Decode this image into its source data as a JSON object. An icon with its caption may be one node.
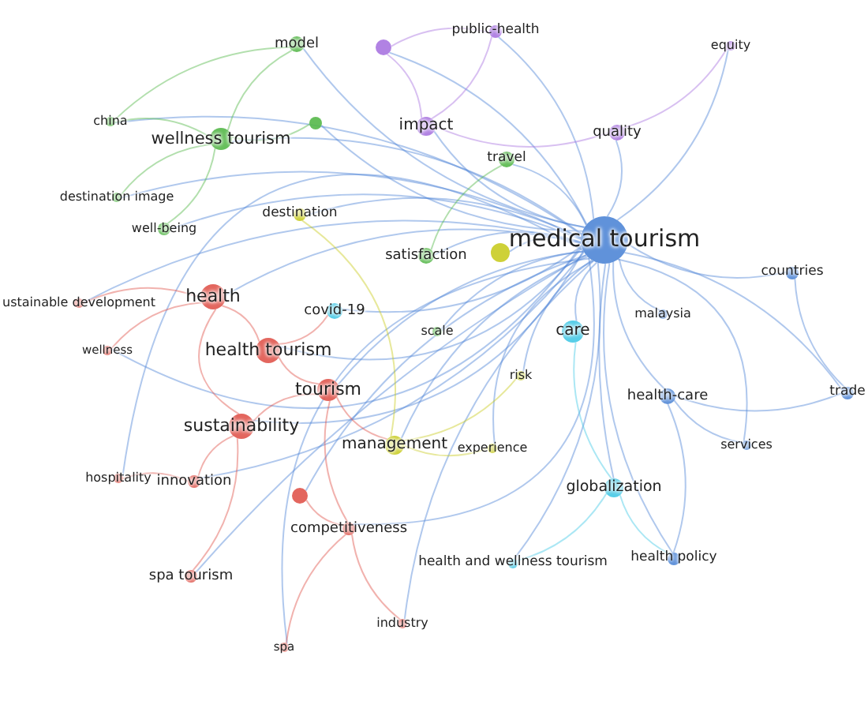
{
  "diagram": {
    "nodes": [
      {
        "text": [
          "medical tourism"
        ]
      },
      {
        "text": [
          "public-health"
        ]
      },
      {
        "text": [
          "equity"
        ]
      },
      {
        "text": [
          "quality"
        ]
      },
      {
        "text": [
          "impact"
        ]
      },
      {
        "text": [
          "model"
        ]
      },
      {
        "text": [
          "wellness tourism"
        ]
      },
      {
        "text": [
          "china"
        ]
      },
      {
        "text": [
          "destination image"
        ]
      },
      {
        "text": [
          "well-being"
        ]
      },
      {
        "text": [
          "destination"
        ]
      },
      {
        "text": [
          "travel"
        ]
      },
      {
        "text": [
          "satisfaction"
        ]
      },
      {
        "text": [
          "health"
        ]
      },
      {
        "text": [
          "ustainable development"
        ]
      },
      {
        "text": [
          "wellness"
        ]
      },
      {
        "text": [
          "health tourism"
        ]
      },
      {
        "text": [
          "covid-19"
        ]
      },
      {
        "text": [
          "scale"
        ]
      },
      {
        "text": [
          "care"
        ]
      },
      {
        "text": [
          "malaysia"
        ]
      },
      {
        "text": [
          "countries"
        ]
      },
      {
        "text": [
          "trade"
        ]
      },
      {
        "text": [
          "health-care"
        ]
      },
      {
        "text": [
          "services"
        ]
      },
      {
        "text": [
          "risk"
        ]
      },
      {
        "text": [
          "tourism"
        ]
      },
      {
        "text": [
          "sustainability"
        ]
      },
      {
        "text": [
          "management"
        ]
      },
      {
        "text": [
          "experience"
        ]
      },
      {
        "text": [
          "globalization"
        ]
      },
      {
        "text": [
          "hospitality"
        ]
      },
      {
        "text": [
          "innovation"
        ]
      },
      {
        "text": [
          "competitiveness"
        ]
      },
      {
        "text": [
          "spa tourism"
        ]
      },
      {
        "text": [
          "health and wellness tourism"
        ]
      },
      {
        "text": [
          "health policy"
        ]
      },
      {
        "text": [
          "industry"
        ]
      },
      {
        "text": [
          "spa"
        ]
      },
      {
        "text": [],
        "shape": "circle"
      },
      {
        "text": [],
        "shape": "circle"
      },
      {
        "text": [],
        "shape": "circle"
      },
      {
        "text": [],
        "shape": "circle"
      }
    ],
    "edges": [
      {
        "from": 0,
        "to": 1,
        "arrow": "none"
      },
      {
        "from": 0,
        "to": 2,
        "arrow": "none"
      },
      {
        "from": 0,
        "to": 3,
        "arrow": "none"
      },
      {
        "from": 0,
        "to": 4,
        "arrow": "none"
      },
      {
        "from": 0,
        "to": 5,
        "arrow": "none"
      },
      {
        "from": 0,
        "to": 6,
        "arrow": "none"
      },
      {
        "from": 0,
        "to": 7,
        "arrow": "none"
      },
      {
        "from": 0,
        "to": 8,
        "arrow": "none"
      },
      {
        "from": 0,
        "to": 9,
        "arrow": "none"
      },
      {
        "from": 0,
        "to": 10,
        "arrow": "none"
      },
      {
        "from": 0,
        "to": 11,
        "arrow": "none"
      },
      {
        "from": 0,
        "to": 12,
        "arrow": "none"
      },
      {
        "from": 0,
        "to": 13,
        "arrow": "none"
      },
      {
        "from": 0,
        "to": 14,
        "arrow": "none"
      },
      {
        "from": 0,
        "to": 15,
        "arrow": "none"
      },
      {
        "from": 0,
        "to": 16,
        "arrow": "none"
      },
      {
        "from": 0,
        "to": 17,
        "arrow": "none"
      },
      {
        "from": 0,
        "to": 18,
        "arrow": "none"
      },
      {
        "from": 0,
        "to": 19,
        "arrow": "none"
      },
      {
        "from": 0,
        "to": 20,
        "arrow": "none"
      },
      {
        "from": 0,
        "to": 21,
        "arrow": "none"
      },
      {
        "from": 0,
        "to": 22,
        "arrow": "none"
      },
      {
        "from": 0,
        "to": 23,
        "arrow": "none"
      },
      {
        "from": 0,
        "to": 24,
        "arrow": "none"
      },
      {
        "from": 0,
        "to": 25,
        "arrow": "none"
      },
      {
        "from": 0,
        "to": 26,
        "arrow": "none"
      },
      {
        "from": 0,
        "to": 27,
        "arrow": "none"
      },
      {
        "from": 0,
        "to": 28,
        "arrow": "none"
      },
      {
        "from": 0,
        "to": 29,
        "arrow": "none"
      },
      {
        "from": 0,
        "to": 30,
        "arrow": "none"
      },
      {
        "from": 0,
        "to": 31,
        "arrow": "none"
      },
      {
        "from": 0,
        "to": 32,
        "arrow": "none"
      },
      {
        "from": 0,
        "to": 33,
        "arrow": "none"
      },
      {
        "from": 0,
        "to": 34,
        "arrow": "none"
      },
      {
        "from": 0,
        "to": 35,
        "arrow": "none"
      },
      {
        "from": 0,
        "to": 36,
        "arrow": "none"
      },
      {
        "from": 0,
        "to": 37,
        "arrow": "none"
      },
      {
        "from": 0,
        "to": 38,
        "arrow": "none"
      },
      {
        "from": 0,
        "to": 39,
        "arrow": "none"
      },
      {
        "from": 0,
        "to": 40,
        "arrow": "none"
      },
      {
        "from": 0,
        "to": 41,
        "arrow": "none"
      },
      {
        "from": 0,
        "to": 42,
        "arrow": "none"
      },
      {
        "from": 16,
        "to": 13,
        "arrow": "none",
        "color": "#e0554c"
      },
      {
        "from": 16,
        "to": 26,
        "arrow": "none",
        "color": "#e0554c"
      },
      {
        "from": 26,
        "to": 27,
        "arrow": "none",
        "color": "#e0554c"
      },
      {
        "from": 27,
        "to": 13,
        "arrow": "none",
        "color": "#e0554c"
      },
      {
        "from": 27,
        "to": 32,
        "arrow": "none",
        "color": "#e0554c"
      },
      {
        "from": 32,
        "to": 31,
        "arrow": "none",
        "color": "#e0554c"
      },
      {
        "from": 27,
        "to": 34,
        "arrow": "none",
        "color": "#e0554c"
      },
      {
        "from": 33,
        "to": 37,
        "arrow": "none",
        "color": "#e0554c"
      },
      {
        "from": 33,
        "to": 38,
        "arrow": "none",
        "color": "#e0554c"
      },
      {
        "from": 26,
        "to": 33,
        "arrow": "none",
        "color": "#e0554c"
      },
      {
        "from": 13,
        "to": 14,
        "arrow": "none",
        "color": "#e0554c"
      },
      {
        "from": 13,
        "to": 15,
        "arrow": "none",
        "color": "#e0554c"
      },
      {
        "from": 6,
        "to": 9,
        "arrow": "none",
        "color": "#55b849"
      },
      {
        "from": 6,
        "to": 7,
        "arrow": "none",
        "color": "#55b849"
      },
      {
        "from": 6,
        "to": 8,
        "arrow": "none",
        "color": "#55b849"
      },
      {
        "from": 5,
        "to": 6,
        "arrow": "none",
        "color": "#55b849"
      },
      {
        "from": 5,
        "to": 7,
        "arrow": "none",
        "color": "#55b849"
      },
      {
        "from": 4,
        "to": 1,
        "arrow": "none",
        "color": "#a874e0"
      },
      {
        "from": 4,
        "to": 3,
        "arrow": "none",
        "color": "#a874e0"
      },
      {
        "from": 3,
        "to": 2,
        "arrow": "none",
        "color": "#a874e0"
      },
      {
        "from": 1,
        "to": 39,
        "arrow": "none",
        "color": "#a874e0"
      },
      {
        "from": 4,
        "to": 39,
        "arrow": "none",
        "color": "#a874e0"
      },
      {
        "from": 11,
        "to": 12,
        "arrow": "none",
        "color": "#55b849"
      },
      {
        "from": 28,
        "to": 29,
        "arrow": "none",
        "color": "#c9cc22"
      },
      {
        "from": 28,
        "to": 25,
        "arrow": "none",
        "color": "#c9cc22"
      },
      {
        "from": 23,
        "to": 24,
        "arrow": "none"
      },
      {
        "from": 23,
        "to": 22,
        "arrow": "none"
      },
      {
        "from": 21,
        "to": 22,
        "arrow": "none"
      },
      {
        "from": 30,
        "to": 36,
        "arrow": "none",
        "color": "#45c9e6"
      },
      {
        "from": 23,
        "to": 36,
        "arrow": "none"
      },
      {
        "from": 19,
        "to": 30,
        "arrow": "none",
        "color": "#45c9e6"
      },
      {
        "from": 35,
        "to": 30,
        "arrow": "none",
        "color": "#45c9e6"
      },
      {
        "from": 6,
        "to": 40,
        "arrow": "none",
        "color": "#55b849"
      },
      {
        "from": 10,
        "to": 28,
        "arrow": "none",
        "color": "#c9cc22"
      },
      {
        "from": 42,
        "to": 33,
        "arrow": "none",
        "color": "#e0554c"
      },
      {
        "from": 16,
        "to": 17,
        "arrow": "none",
        "color": "#e0554c"
      },
      {
        "from": 26,
        "to": 28,
        "arrow": "none",
        "color": "#e0554c"
      }
    ]
  }
}
